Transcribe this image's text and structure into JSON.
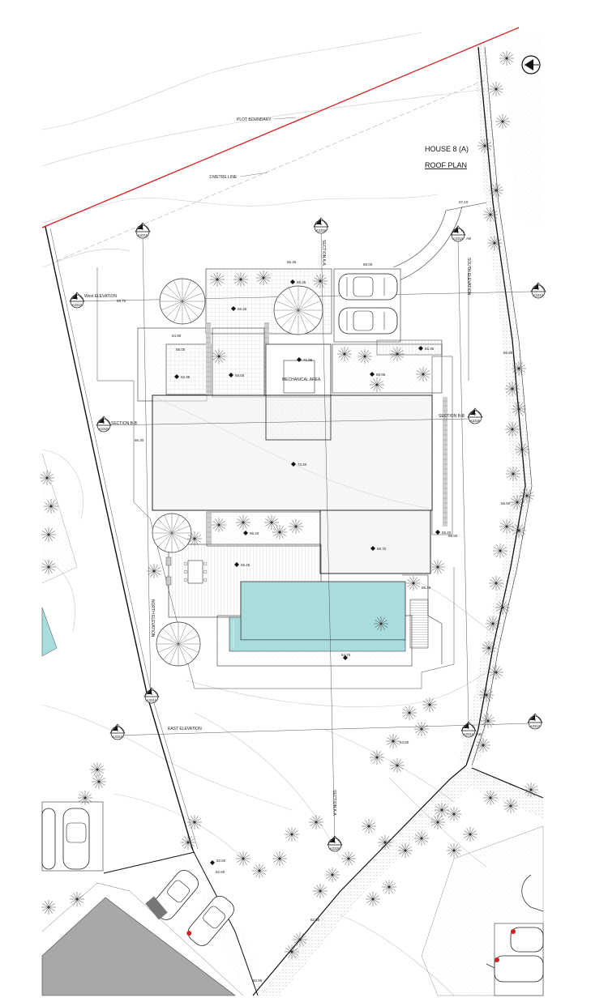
{
  "title": "HOUSE 8 (A)",
  "subtitle": "ROOF PLAN",
  "labels": {
    "plot_boundary": "PLOT BOUNDARY",
    "three_metre_line": "3 METRE LINE",
    "west_elevation": "West ELEVATION",
    "east_elevation": "EAST ELEVATION",
    "north_elevation": "NORTH ELEVATION",
    "south_elevation": "SOUTH ELEVATION",
    "section_aa": "SECTION A-A",
    "section_bb": "SECTION B-B",
    "mechanical_area": "MECHANICAL AREA"
  },
  "levels": {
    "l1": "65.35",
    "l2": "65.45",
    "l3": "65.70",
    "l4": "62.35",
    "l5": "68.55",
    "l6": "71.85",
    "l7": "68.95",
    "l8": "65.45",
    "l9": "72.20",
    "l10": "65.40",
    "l11": "65.45",
    "l12": "65.40",
    "l13": "68.70",
    "l14": "64.75",
    "l15": "62.50",
    "l16": "62.60",
    "l17": "67.10",
    "l18": "68.00",
    "l19": "64.90",
    "l20": "66.30",
    "l21": "66.80",
    "l22": "65.00",
    "l23": "65.45",
    "l24": "62.50",
    "l25": "62.50",
    "l26": "65.50",
    "l27": "63.80",
    "l28": "66.50",
    "l29": "65.45"
  },
  "markers": {
    "m_top_left": {
      "num": "2",
      "ref": "A3316"
    },
    "m_top_center": {
      "num": "1",
      "ref": "A3326"
    },
    "m_top_right": {
      "num": "2",
      "ref": "A3316_AB"
    },
    "m_west": {
      "num": "2",
      "ref": "A3315"
    },
    "m_east_right": {
      "num": "2",
      "ref": "A3315"
    },
    "m_sec_b_left": {
      "num": "2",
      "ref": "A3326"
    },
    "m_sec_b_right": {
      "num": "2",
      "ref": "A3326"
    },
    "m_north_bottom": {
      "num": "1",
      "ref": "A3316"
    },
    "m_east_left": {
      "num": "1",
      "ref": "A3315"
    },
    "m_east_r": {
      "num": "1",
      "ref": "A3315"
    },
    "m_bottom_right": {
      "num": "2",
      "ref": "A3316_AB"
    },
    "m_sec_a_bottom": {
      "num": "1",
      "ref": "A3326"
    }
  },
  "colors": {
    "plot_boundary": "#d62020",
    "pool_water": "#a9dcdc",
    "roof_hatch": "#e6e6e6",
    "grey_building": "#a8a8a8",
    "line": "#222222"
  }
}
